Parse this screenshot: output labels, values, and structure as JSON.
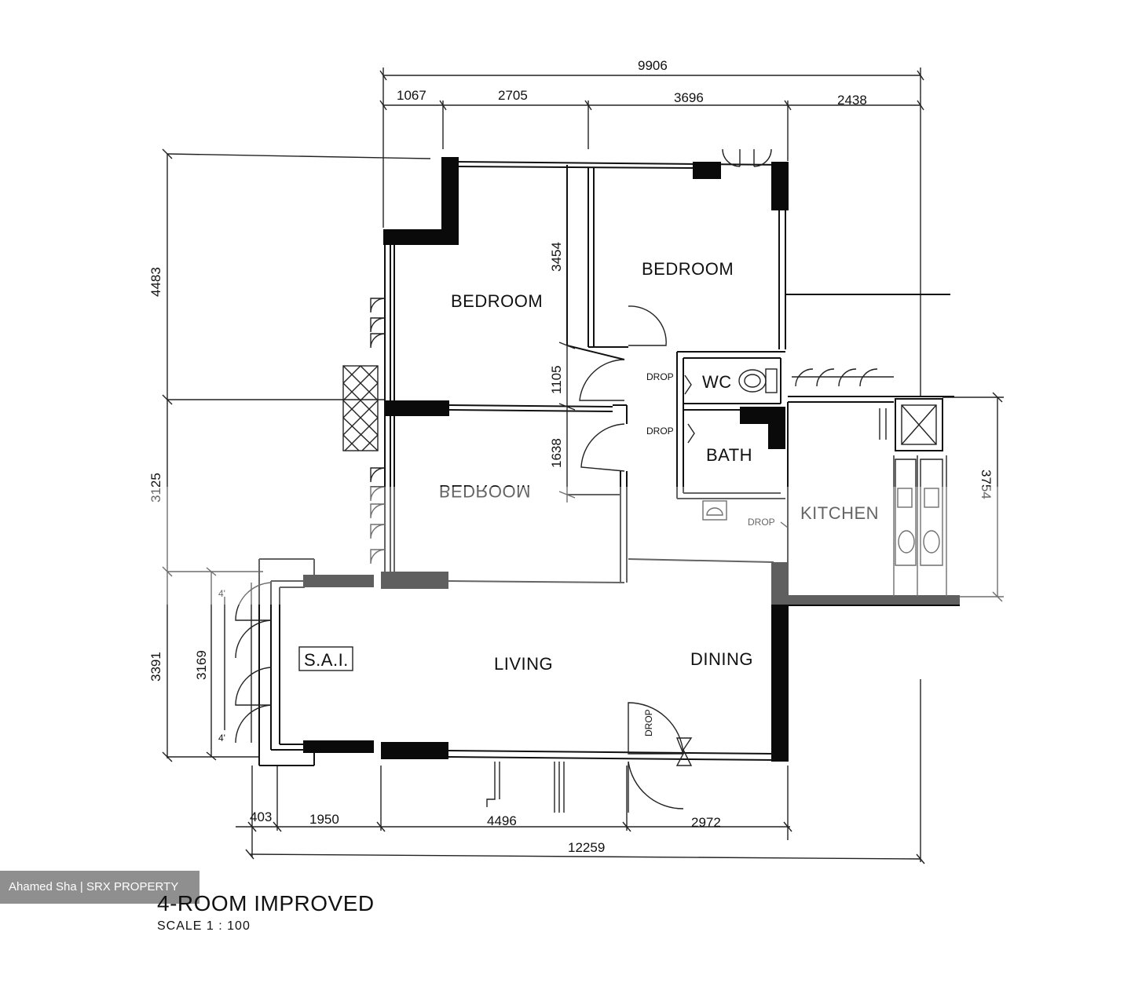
{
  "plan": {
    "title": "4-ROOM IMPROVED",
    "scale": "SCALE 1 : 100",
    "watermark": "Ahamed Sha | SRX PROPERTY",
    "rooms": {
      "bedroom_1": "BEDROOM",
      "bedroom_2": "BEDROOM",
      "bedroom_3": "BEDROOM",
      "wc": "WC",
      "bath": "BATH",
      "kitchen": "KITCHEN",
      "living": "LIVING",
      "dining": "DINING",
      "sai": "S.A.I."
    },
    "labels": {
      "drop": "DROP",
      "four_feet": "4'"
    },
    "dimensions": {
      "top_total": "9906",
      "top_1": "1067",
      "top_2": "2705",
      "top_3": "3696",
      "top_4": "2438",
      "left_1": "4483",
      "left_2": "3125",
      "left_3": "3391",
      "left_inner": "3169",
      "inner_3454": "3454",
      "inner_1105": "1105",
      "inner_1638": "1638",
      "bottom_1": "403",
      "bottom_2": "1950",
      "bottom_3": "4496",
      "bottom_4": "2972",
      "bottom_total": "12259",
      "right_lift": "3754"
    }
  }
}
